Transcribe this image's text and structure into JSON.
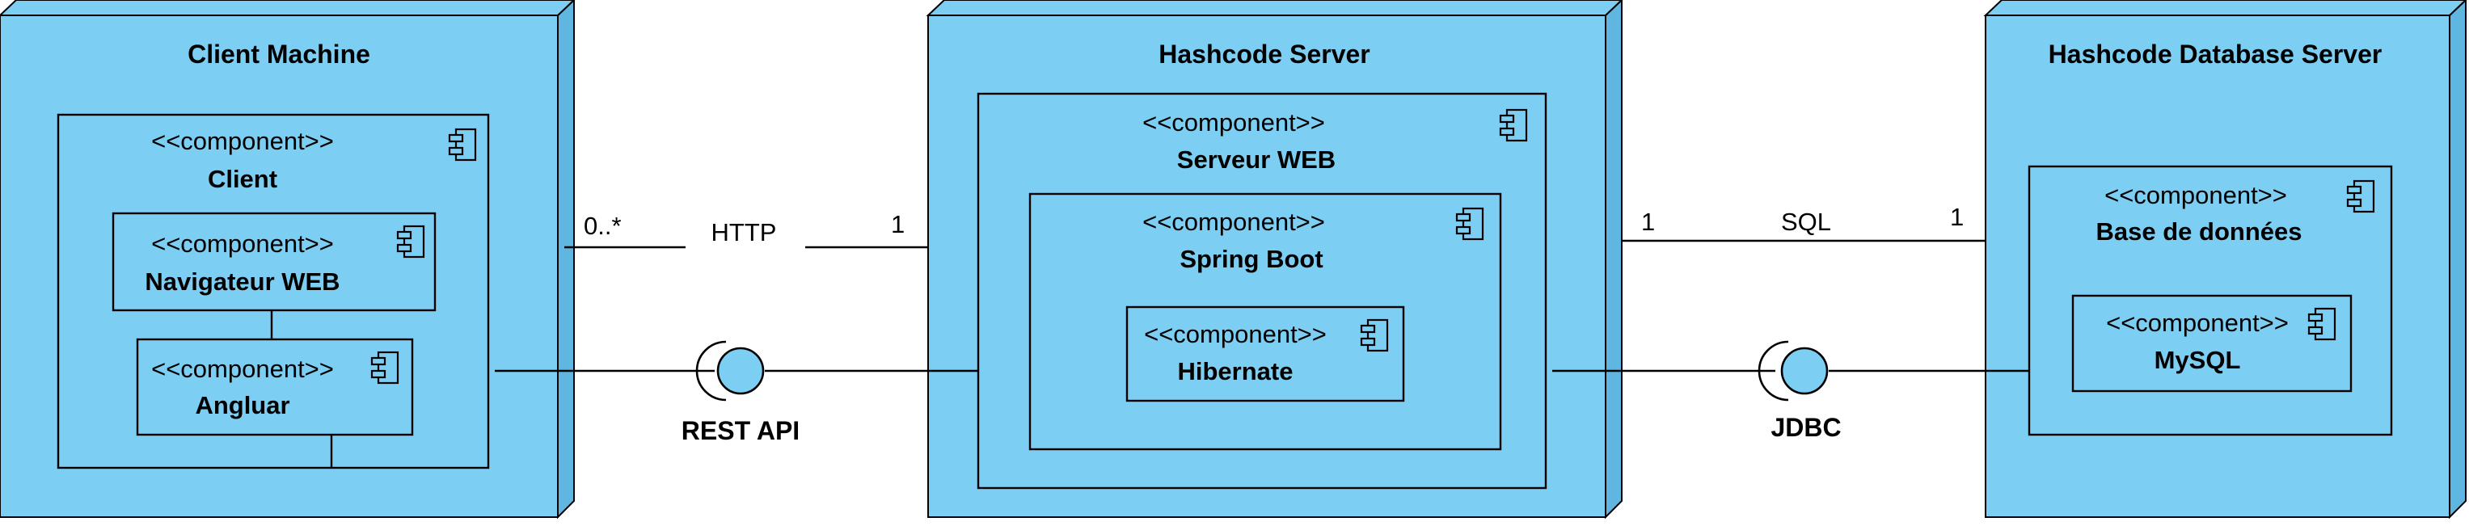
{
  "colors": {
    "node_fill": "#7dcef3",
    "node_side": "#5fb6e0",
    "component_fill": "#7dcef3",
    "stroke": "#000000",
    "background": "#ffffff"
  },
  "nodes": {
    "client_machine": {
      "title": "Client Machine"
    },
    "hashcode_server": {
      "title": "Hashcode Server"
    },
    "database_server": {
      "title": "Hashcode Database Server"
    }
  },
  "components": {
    "client": {
      "stereotype": "<<component>>",
      "name": "Client"
    },
    "navigateur": {
      "stereotype": "<<component>>",
      "name": "Navigateur WEB"
    },
    "angluar": {
      "stereotype": "<<component>>",
      "name": "Angluar"
    },
    "serveur_web": {
      "stereotype": "<<component>>",
      "name": "Serveur WEB"
    },
    "spring_boot": {
      "stereotype": "<<component>>",
      "name": "Spring Boot"
    },
    "hibernate": {
      "stereotype": "<<component>>",
      "name": "Hibernate"
    },
    "base_de_donnees": {
      "stereotype": "<<component>>",
      "name": "Base de données"
    },
    "mysql": {
      "stereotype": "<<component>>",
      "name": "MySQL"
    }
  },
  "associations": {
    "http": {
      "label": "HTTP",
      "source_multiplicity": "0..*",
      "target_multiplicity": "1"
    },
    "sql": {
      "label": "SQL",
      "source_multiplicity": "1",
      "target_multiplicity": "1"
    }
  },
  "interfaces": {
    "rest_api": {
      "label": "REST API"
    },
    "jdbc": {
      "label": "JDBC"
    }
  },
  "icon": "component-icon"
}
